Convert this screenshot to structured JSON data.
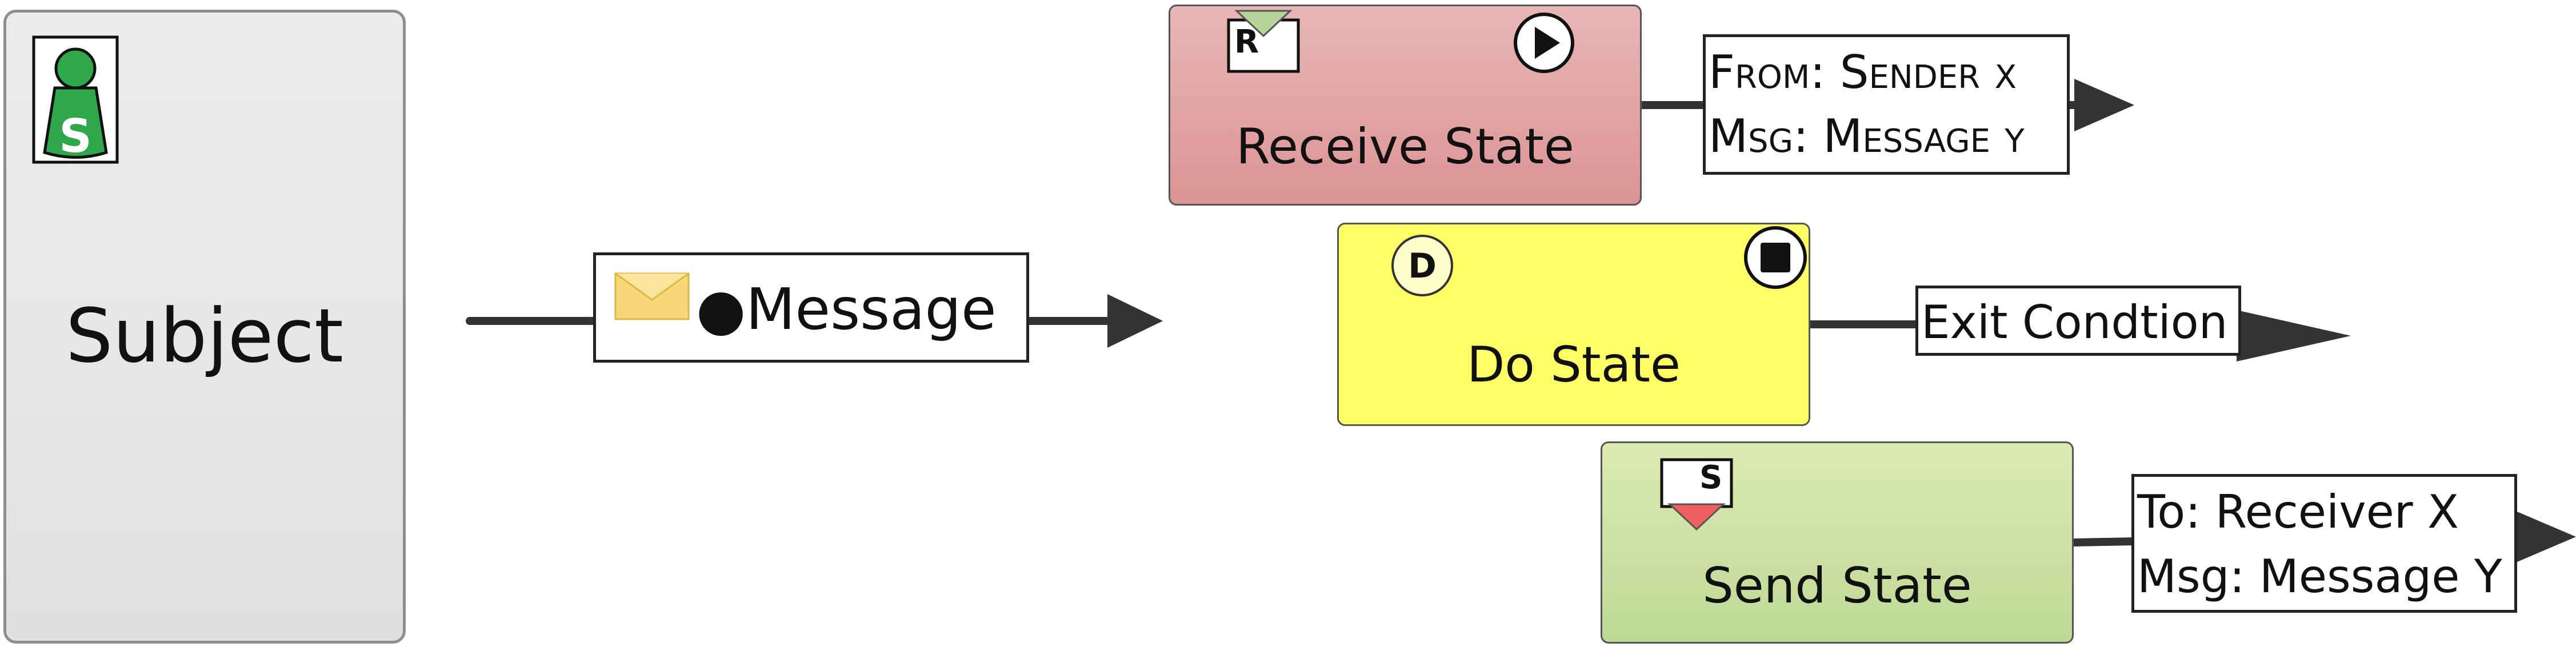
{
  "subject": {
    "label": "Subject",
    "icon": "subject-pawn-icon",
    "icon_letter": "S"
  },
  "message_edge": {
    "label": "Message",
    "icon": "envelope-icon",
    "bullet": "●"
  },
  "states": {
    "receive": {
      "label": "Receive State",
      "marker_letter": "R",
      "marker": "start-play-icon",
      "color": "#dc9494"
    },
    "do": {
      "label": "Do State",
      "marker_letter": "D",
      "marker": "end-stop-icon",
      "color": "#ffff66"
    },
    "send": {
      "label": "Send State",
      "marker_letter": "S",
      "color": "#bed896"
    }
  },
  "receive_transition": {
    "line1": "From: Sender x",
    "line2": "Msg: Message y"
  },
  "exit_transition": {
    "label": "Exit Condtion"
  },
  "send_transition": {
    "line1": "To: Receiver X",
    "line2": "Msg: Message Y"
  }
}
